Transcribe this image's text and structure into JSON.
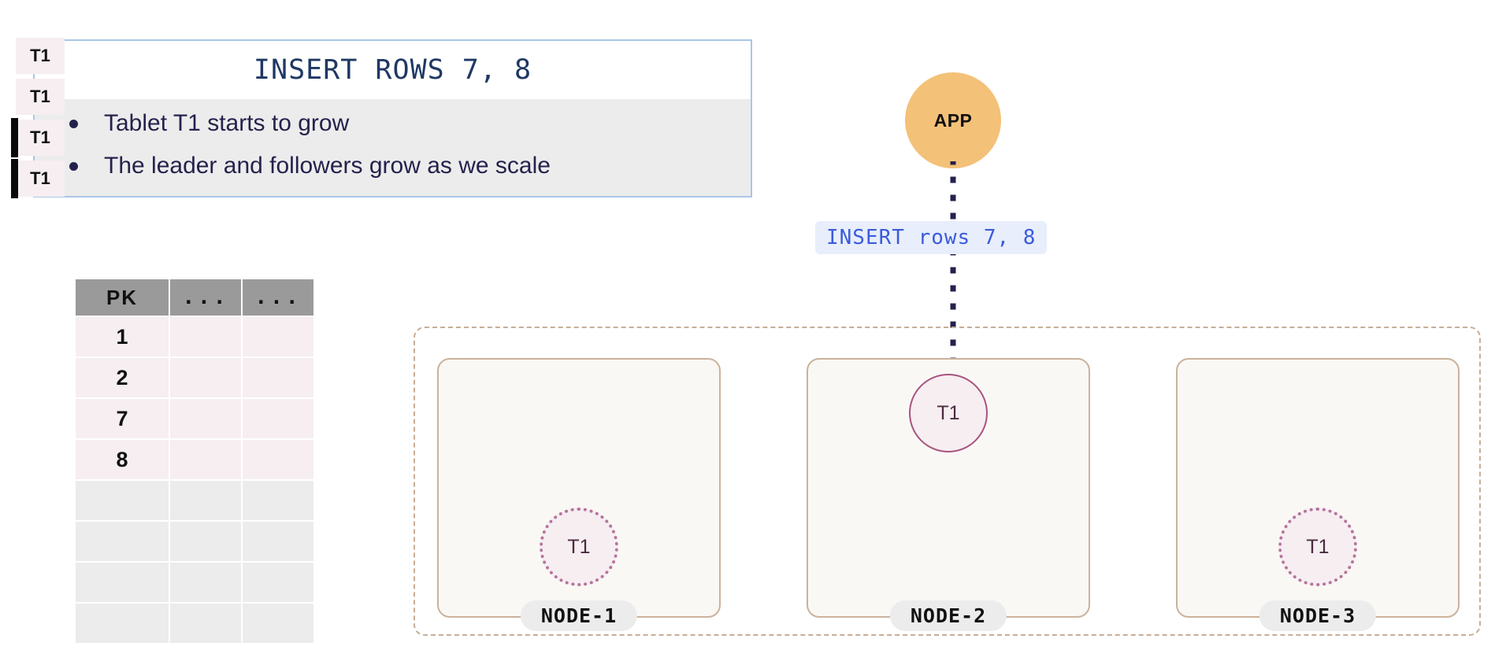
{
  "callout": {
    "title": "INSERT ROWS 7, 8",
    "bullets": [
      "Tablet T1 starts to grow",
      "The leader and followers grow as we scale"
    ]
  },
  "table": {
    "headers": [
      "PK",
      "...",
      "..."
    ],
    "rows": [
      {
        "tag": "T1",
        "pk": "1",
        "marked": false,
        "filled": true
      },
      {
        "tag": "T1",
        "pk": "2",
        "marked": false,
        "filled": true
      },
      {
        "tag": "T1",
        "pk": "7",
        "marked": true,
        "filled": true
      },
      {
        "tag": "T1",
        "pk": "8",
        "marked": true,
        "filled": true
      },
      {
        "tag": "",
        "pk": "",
        "marked": false,
        "filled": false
      },
      {
        "tag": "",
        "pk": "",
        "marked": false,
        "filled": false
      },
      {
        "tag": "",
        "pk": "",
        "marked": false,
        "filled": false
      },
      {
        "tag": "",
        "pk": "",
        "marked": false,
        "filled": false
      }
    ]
  },
  "diagram": {
    "app_label": "APP",
    "request_label": "INSERT rows 7, 8",
    "nodes": [
      {
        "name": "NODE-1",
        "tablet": "T1",
        "role": "follower"
      },
      {
        "name": "NODE-2",
        "tablet": "T1",
        "role": "leader"
      },
      {
        "name": "NODE-3",
        "tablet": "T1",
        "role": "follower"
      }
    ]
  },
  "colors": {
    "app_fill": "#f3c178",
    "callout_border": "#a9c6e8",
    "callout_body_bg": "#ececec",
    "title_text": "#1f3864",
    "bullet_text": "#24224d",
    "table_header_bg": "#9a9a9a",
    "table_filled_bg": "#f6eef1",
    "table_empty_bg": "#ececec",
    "node_border": "#cbb29b",
    "node_fill": "#faf8f5",
    "cluster_border": "#c7ad96",
    "leader_border": "#a8547f",
    "follower_border": "#b5739b",
    "tablet_fill": "#f6eef1",
    "request_text": "#3b5bdb",
    "request_bg": "#e8eefb",
    "arrow": "#24224d"
  }
}
